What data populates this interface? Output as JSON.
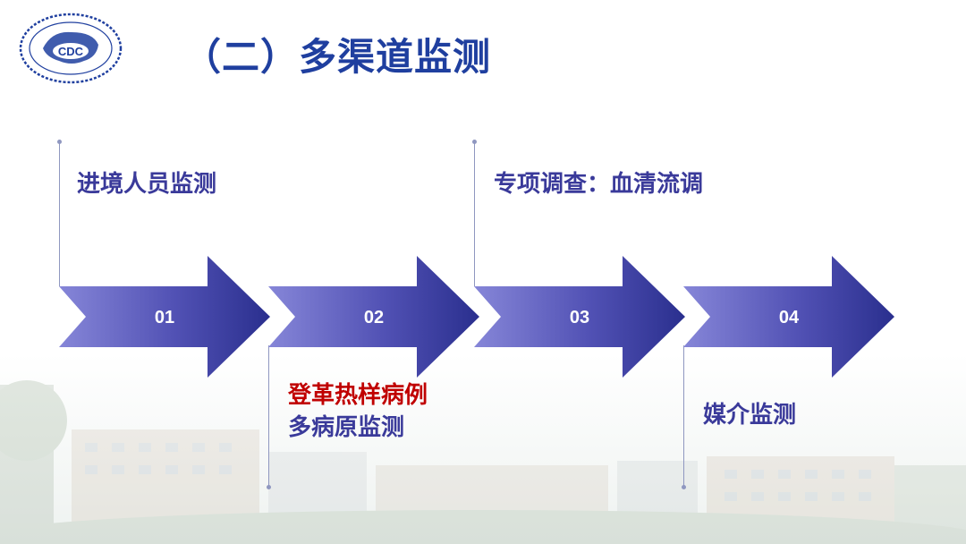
{
  "slide": {
    "title": "（二）多渠道监测",
    "logo_text": "CDC",
    "steps": [
      {
        "number": "01",
        "labels": [
          "进境人员监测"
        ],
        "label_colors": [
          "#3a3a9a"
        ]
      },
      {
        "number": "02",
        "labels": [
          "登革热样病例",
          "多病原监测"
        ],
        "label_colors": [
          "#c00000",
          "#3a3a9a"
        ]
      },
      {
        "number": "03",
        "labels": [
          "专项调查：血清流调"
        ],
        "label_colors": [
          "#3a3a9a"
        ]
      },
      {
        "number": "04",
        "labels": [
          "媒介监测"
        ],
        "label_colors": [
          "#3a3a9a"
        ]
      }
    ]
  },
  "colors": {
    "title": "#1f3f9f",
    "arrow_light": "#7f7fd4",
    "arrow_dark": "#2a2f8e",
    "label": "#3a3a9a",
    "highlight": "#c00000"
  }
}
